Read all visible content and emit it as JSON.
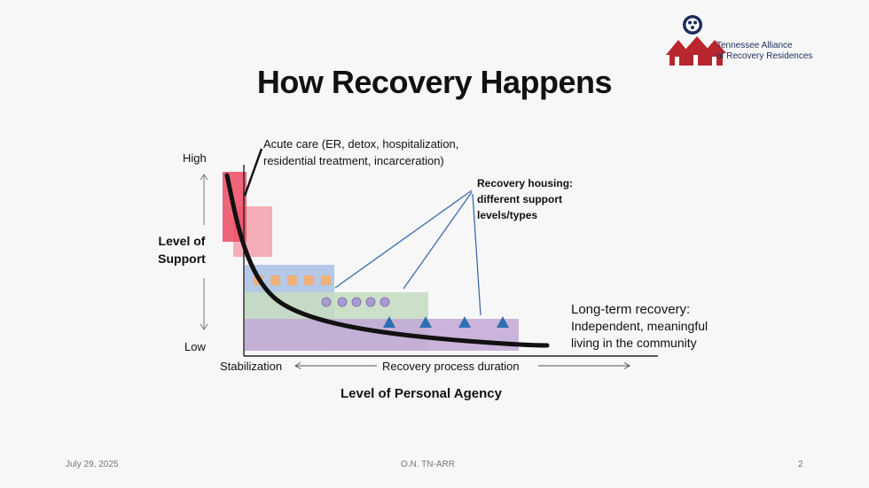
{
  "logo": {
    "line1": "Tennessee Alliance",
    "line2": "of Recovery Residences",
    "icon": "houses-logo-icon"
  },
  "title": "How Recovery Happens",
  "axes": {
    "y_high": "High",
    "y_low": "Low",
    "y_title_line1": "Level of",
    "y_title_line2": "Support",
    "x_left": "Stabilization",
    "x_middle": "Recovery process duration",
    "x_title": "Level of Personal Agency"
  },
  "annotations": {
    "acute_line1": "Acute care (ER, detox, hospitalization,",
    "acute_line2": "residential treatment, incarceration)",
    "housing_line1": "Recovery housing:",
    "housing_line2": "different support",
    "housing_line3": "levels/types",
    "long_heading": "Long-term recovery:",
    "long_line1": "Independent, meaningful",
    "long_line2": "living in the community"
  },
  "footer": {
    "date": "July 29, 2025",
    "center": "O.N. TN-ARR",
    "page": "2"
  },
  "colors": {
    "acute_dark": "#ee4a63",
    "acute_light": "#f4a1ab",
    "housing_blue": "#a8c0e4",
    "housing_green": "#c6dcc2",
    "housing_purple": "#c2a8d6",
    "square_marker": "#f0b079",
    "circle_marker": "#a99bd2",
    "triangle_marker": "#2c6fb3",
    "pointer_line": "#3b6bb0",
    "curve": "#111111",
    "logo_red": "#b8262e",
    "logo_navy": "#1c2c5e"
  }
}
